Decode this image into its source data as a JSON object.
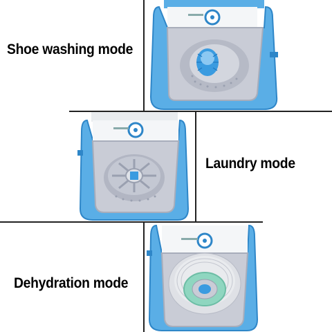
{
  "panels": [
    {
      "mode_label": "Shoe washing mode",
      "basket": "shoe-brush"
    },
    {
      "mode_label": "Laundry mode",
      "basket": "pulsator"
    },
    {
      "mode_label": "Dehydration mode",
      "basket": "spin-basket"
    }
  ],
  "colors": {
    "body_blue": "#5aaee6",
    "body_blue_dark": "#2e86c8",
    "tub_grey": "#c9ccd6",
    "tub_grey_dark": "#a8adbb",
    "brush_blue": "#3a9be0",
    "spin_green": "#8fd6c0"
  }
}
